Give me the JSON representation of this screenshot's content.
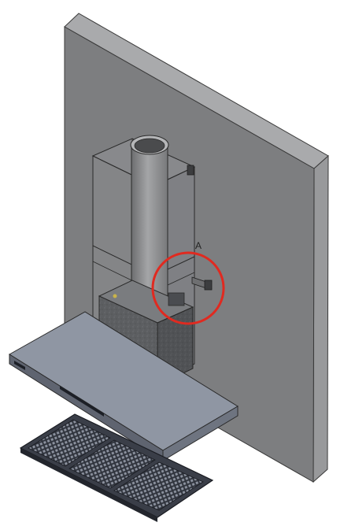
{
  "diagram": {
    "callout_label": "A",
    "colors": {
      "wall_front": "#7d7e80",
      "wall_side": "#98999b",
      "wall_top": "#a9aaac",
      "canopy_top": "#8f96a3",
      "canopy_front": "#5f6470",
      "motor_block": "#5e6063",
      "pipe": "#8a8b8d",
      "cover_glass": "rgba(160,160,165,0.35)",
      "filter": "#3a3e48",
      "callout_circle": "#e02a20"
    },
    "parts": [
      "wall",
      "chimney-cover",
      "exhaust-pipe",
      "motor-block",
      "canopy-hood",
      "grease-filter",
      "mounting-bracket",
      "detail-callout"
    ]
  }
}
